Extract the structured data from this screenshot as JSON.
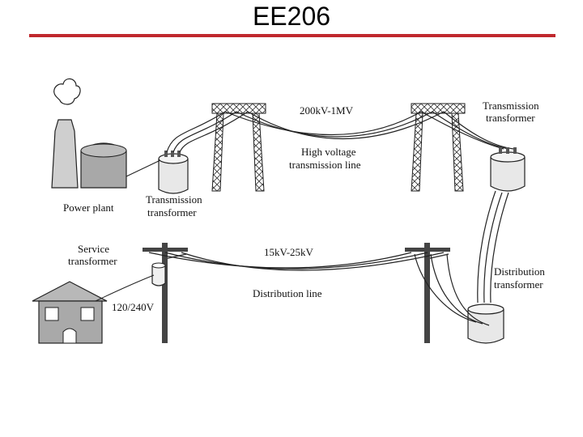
{
  "slide": {
    "title": "EE206",
    "accent_color": "#c0282d"
  },
  "diagram": {
    "labels": {
      "voltage_transmission": "200kV-1MV",
      "transmission_transformer_right_1": "Transmission",
      "transmission_transformer_right_2": "transformer",
      "high_voltage_line_1": "High voltage",
      "high_voltage_line_2": "transmission line",
      "power_plant": "Power plant",
      "transmission_transformer_left_1": "Transmission",
      "transmission_transformer_left_2": "transformer",
      "service_transformer_1": "Service",
      "service_transformer_2": "transformer",
      "voltage_distribution": "15kV-25kV",
      "distribution_line": "Distribution line",
      "distribution_transformer_1": "Distribution",
      "distribution_transformer_2": "transformer",
      "house_voltage": "120/240V"
    },
    "icons": [
      "power-plant-icon",
      "tower-icon",
      "transformer-icon",
      "utility-pole-icon",
      "house-icon"
    ]
  }
}
